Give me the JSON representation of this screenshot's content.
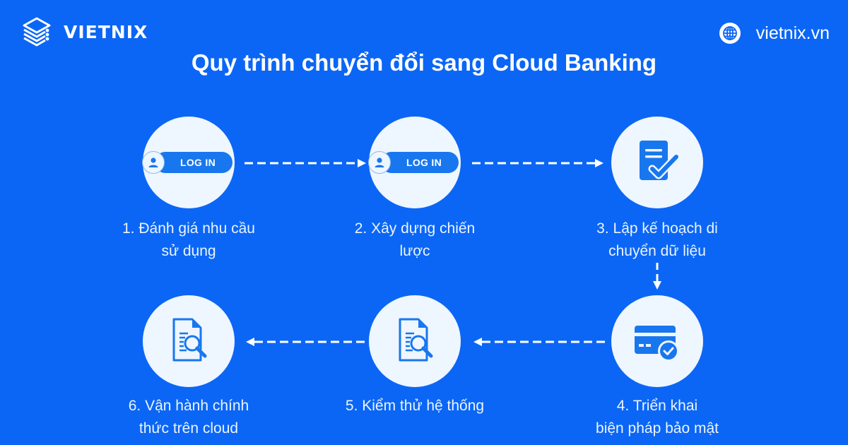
{
  "brand": {
    "logo_text": "VIETNIX",
    "website": "vietnix.vn",
    "colors": {
      "background": "#0b66f5",
      "circle": "#eef6ff",
      "icon": "#1877ee",
      "text": "#ffffff"
    }
  },
  "title": "Quy trình chuyển đổi sang Cloud Banking",
  "steps": [
    {
      "number": 1,
      "line1": "1. Đánh giá nhu cầu",
      "line2": "sử dụng",
      "icon": "login-icon",
      "icon_text": "LOG IN"
    },
    {
      "number": 2,
      "line1": "2. Xây dựng chiến",
      "line2": "lược",
      "icon": "login-icon",
      "icon_text": "LOG IN"
    },
    {
      "number": 3,
      "line1": "3. Lập kế hoạch di",
      "line2": "chuyển dữ liệu",
      "icon": "document-check-icon"
    },
    {
      "number": 4,
      "line1": "4. Triển khai",
      "line2": "biện pháp bảo mật",
      "icon": "credit-card-check-icon"
    },
    {
      "number": 5,
      "line1": "5. Kiểm thử hệ thống",
      "line2": "",
      "icon": "document-search-icon"
    },
    {
      "number": 6,
      "line1": "6. Vận hành chính",
      "line2": "thức trên cloud",
      "icon": "document-search-icon"
    }
  ],
  "flow": [
    "1→2",
    "2→3",
    "3→4",
    "4→5",
    "5→6"
  ]
}
